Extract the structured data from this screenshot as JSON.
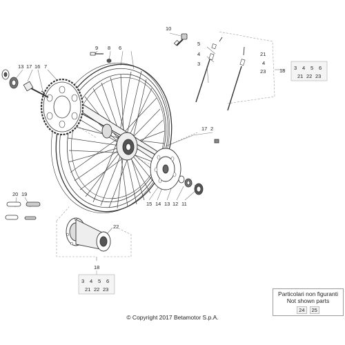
{
  "callouts": {
    "c10": "10",
    "c9": "9",
    "c8": "8",
    "c6": "6",
    "c13": "13",
    "c17": "17",
    "c16": "16",
    "c7": "7",
    "c5": "5",
    "c4": "4",
    "c3": "3",
    "c21": "21",
    "c4b": "4",
    "c23": "23",
    "c18": "18",
    "c17b": "17",
    "c2": "2",
    "c20": "20",
    "c19": "19",
    "c22": "22",
    "c15": "15",
    "c14": "14",
    "c13b": "13",
    "c12": "12",
    "c11": "11",
    "c18b": "18"
  },
  "group_top": {
    "row1": [
      "3",
      "4",
      "5",
      "6"
    ],
    "row2": [
      "21",
      "22",
      "23"
    ]
  },
  "group_bottom": {
    "row1": [
      "3",
      "4",
      "5",
      "6"
    ],
    "row2": [
      "21",
      "22",
      "23"
    ]
  },
  "note": {
    "line1": "Particolari non figuranti",
    "line2": "Not shown parts",
    "nums": [
      "24",
      "25"
    ]
  },
  "copyright": "© Copyright 2017 Betamotor S.p.A."
}
